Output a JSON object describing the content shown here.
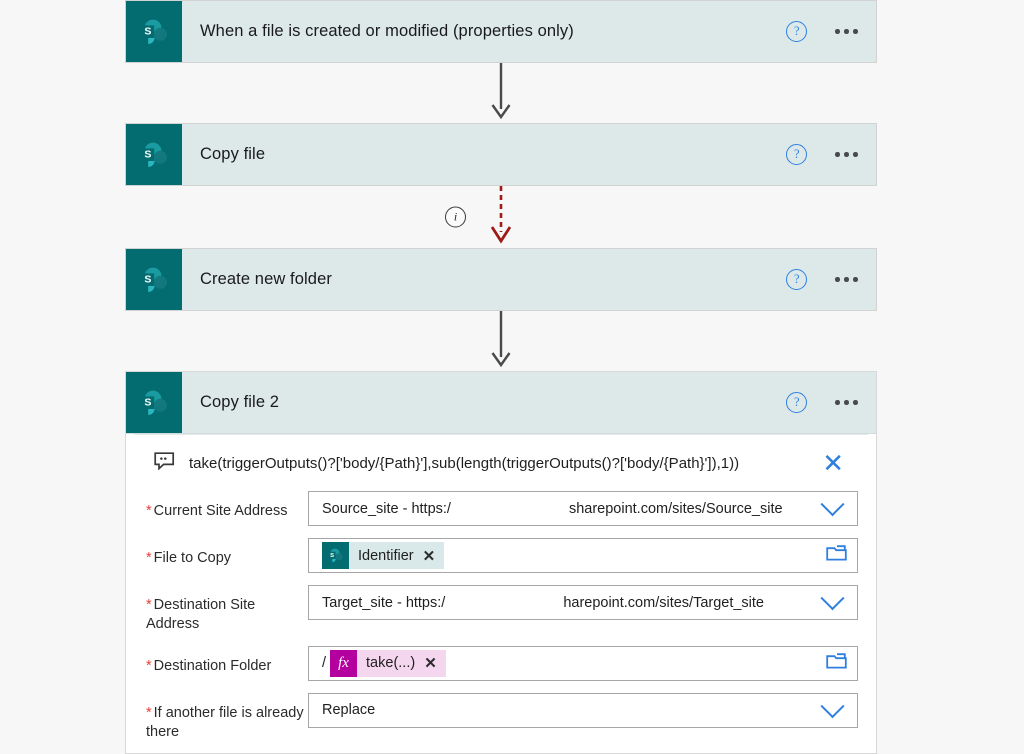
{
  "flow": {
    "cards": [
      {
        "id": "trigger",
        "title": "When a file is created or modified (properties only)",
        "icon": "sharepoint-icon",
        "help": "?",
        "expanded": false
      },
      {
        "id": "copy-file",
        "title": "Copy file",
        "icon": "sharepoint-icon",
        "help": "?",
        "expanded": false
      },
      {
        "id": "create-new-folder",
        "title": "Create new folder",
        "icon": "sharepoint-icon",
        "help": "?",
        "expanded": false
      },
      {
        "id": "copy-file-2",
        "title": "Copy file 2",
        "icon": "sharepoint-icon",
        "help": "?",
        "expanded": true
      }
    ],
    "connectors": [
      {
        "style": "solid",
        "color": "#4a4a4a",
        "info": null
      },
      {
        "style": "dashed",
        "color": "#9e1b16",
        "info": "i"
      },
      {
        "style": "solid",
        "color": "#4a4a4a",
        "info": null
      }
    ]
  },
  "expression_bar": {
    "icon": "comment-icon",
    "text": "take(triggerOutputs()?['body/{Path}'],sub(length(triggerOutputs()?['body/{Path}']),1))",
    "close_label": "✕"
  },
  "fields": [
    {
      "id": "current-site-address",
      "label": "Current Site Address",
      "required": true,
      "type": "dropdown",
      "value_prefix": "Source_site - https:/",
      "value_suffix": "sharepoint.com/sites/Source_site",
      "redacted": true
    },
    {
      "id": "file-to-copy",
      "label": "File to Copy",
      "required": true,
      "type": "token-picker",
      "token": {
        "kind": "sharepoint",
        "label": "Identifier",
        "remove": "✕"
      },
      "picker_icon": "folder-icon"
    },
    {
      "id": "destination-site-address",
      "label": "Destination Site Address",
      "required": true,
      "type": "dropdown",
      "value_prefix": "Target_site - https:/",
      "value_suffix": "harepoint.com/sites/Target_site",
      "redacted": true
    },
    {
      "id": "destination-folder",
      "label": "Destination Folder",
      "required": true,
      "type": "token-picker",
      "prefix": "/",
      "token": {
        "kind": "expression",
        "badge": "fx",
        "label": "take(...)",
        "remove": "✕"
      },
      "picker_icon": "folder-icon"
    },
    {
      "id": "if-another-file-is-already-there",
      "label": "If another file is already there",
      "required": true,
      "type": "dropdown",
      "value_prefix": "Replace",
      "value_suffix": "",
      "redacted": false
    }
  ],
  "colors": {
    "sharepoint_teal": "#036c70",
    "card_header": "#dde9e9",
    "accent_blue": "#2f7fe0",
    "required_red": "#e8403a",
    "error_arrow": "#9e1b16",
    "expression_magenta": "#b4009e",
    "page_background": "#f7f7f7"
  }
}
